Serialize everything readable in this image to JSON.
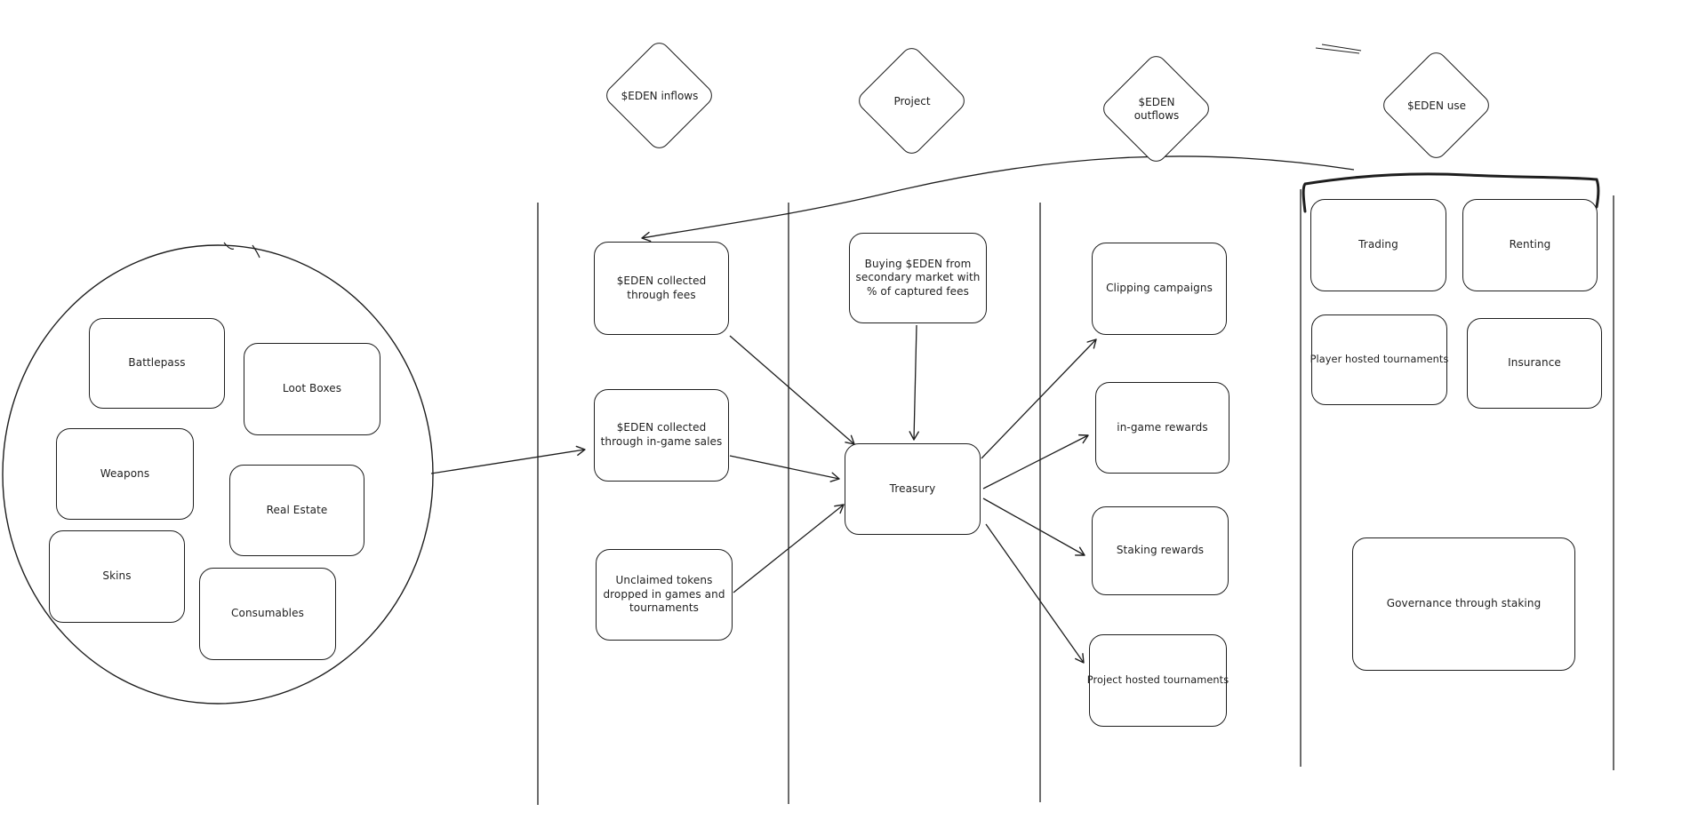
{
  "canvas": {
    "background_color": "#ffffff",
    "stroke_color": "#1e1e1e"
  },
  "lanes": {
    "sources": {
      "boxes": [
        "Battlepass",
        "Loot Boxes",
        "Weapons",
        "Real Estate",
        "Skins",
        "Consumables"
      ]
    },
    "inflows": {
      "header": "$EDEN inflows",
      "boxes": [
        "$EDEN collected through fees",
        "$EDEN collected through in-game sales",
        "Unclaimed tokens dropped in games and tournaments"
      ]
    },
    "project": {
      "header": "Project",
      "boxes": [
        "Buying $EDEN from secondary market with % of captured fees",
        "Treasury"
      ]
    },
    "outflows": {
      "header": "$EDEN outflows",
      "boxes": [
        "Clipping campaigns",
        "in-game rewards",
        "Staking rewards",
        "Project hosted tournaments"
      ]
    },
    "use": {
      "header": "$EDEN use",
      "boxes": [
        "Trading",
        "Renting",
        "Player hosted tournaments",
        "Insurance",
        "Governance through staking"
      ]
    }
  }
}
